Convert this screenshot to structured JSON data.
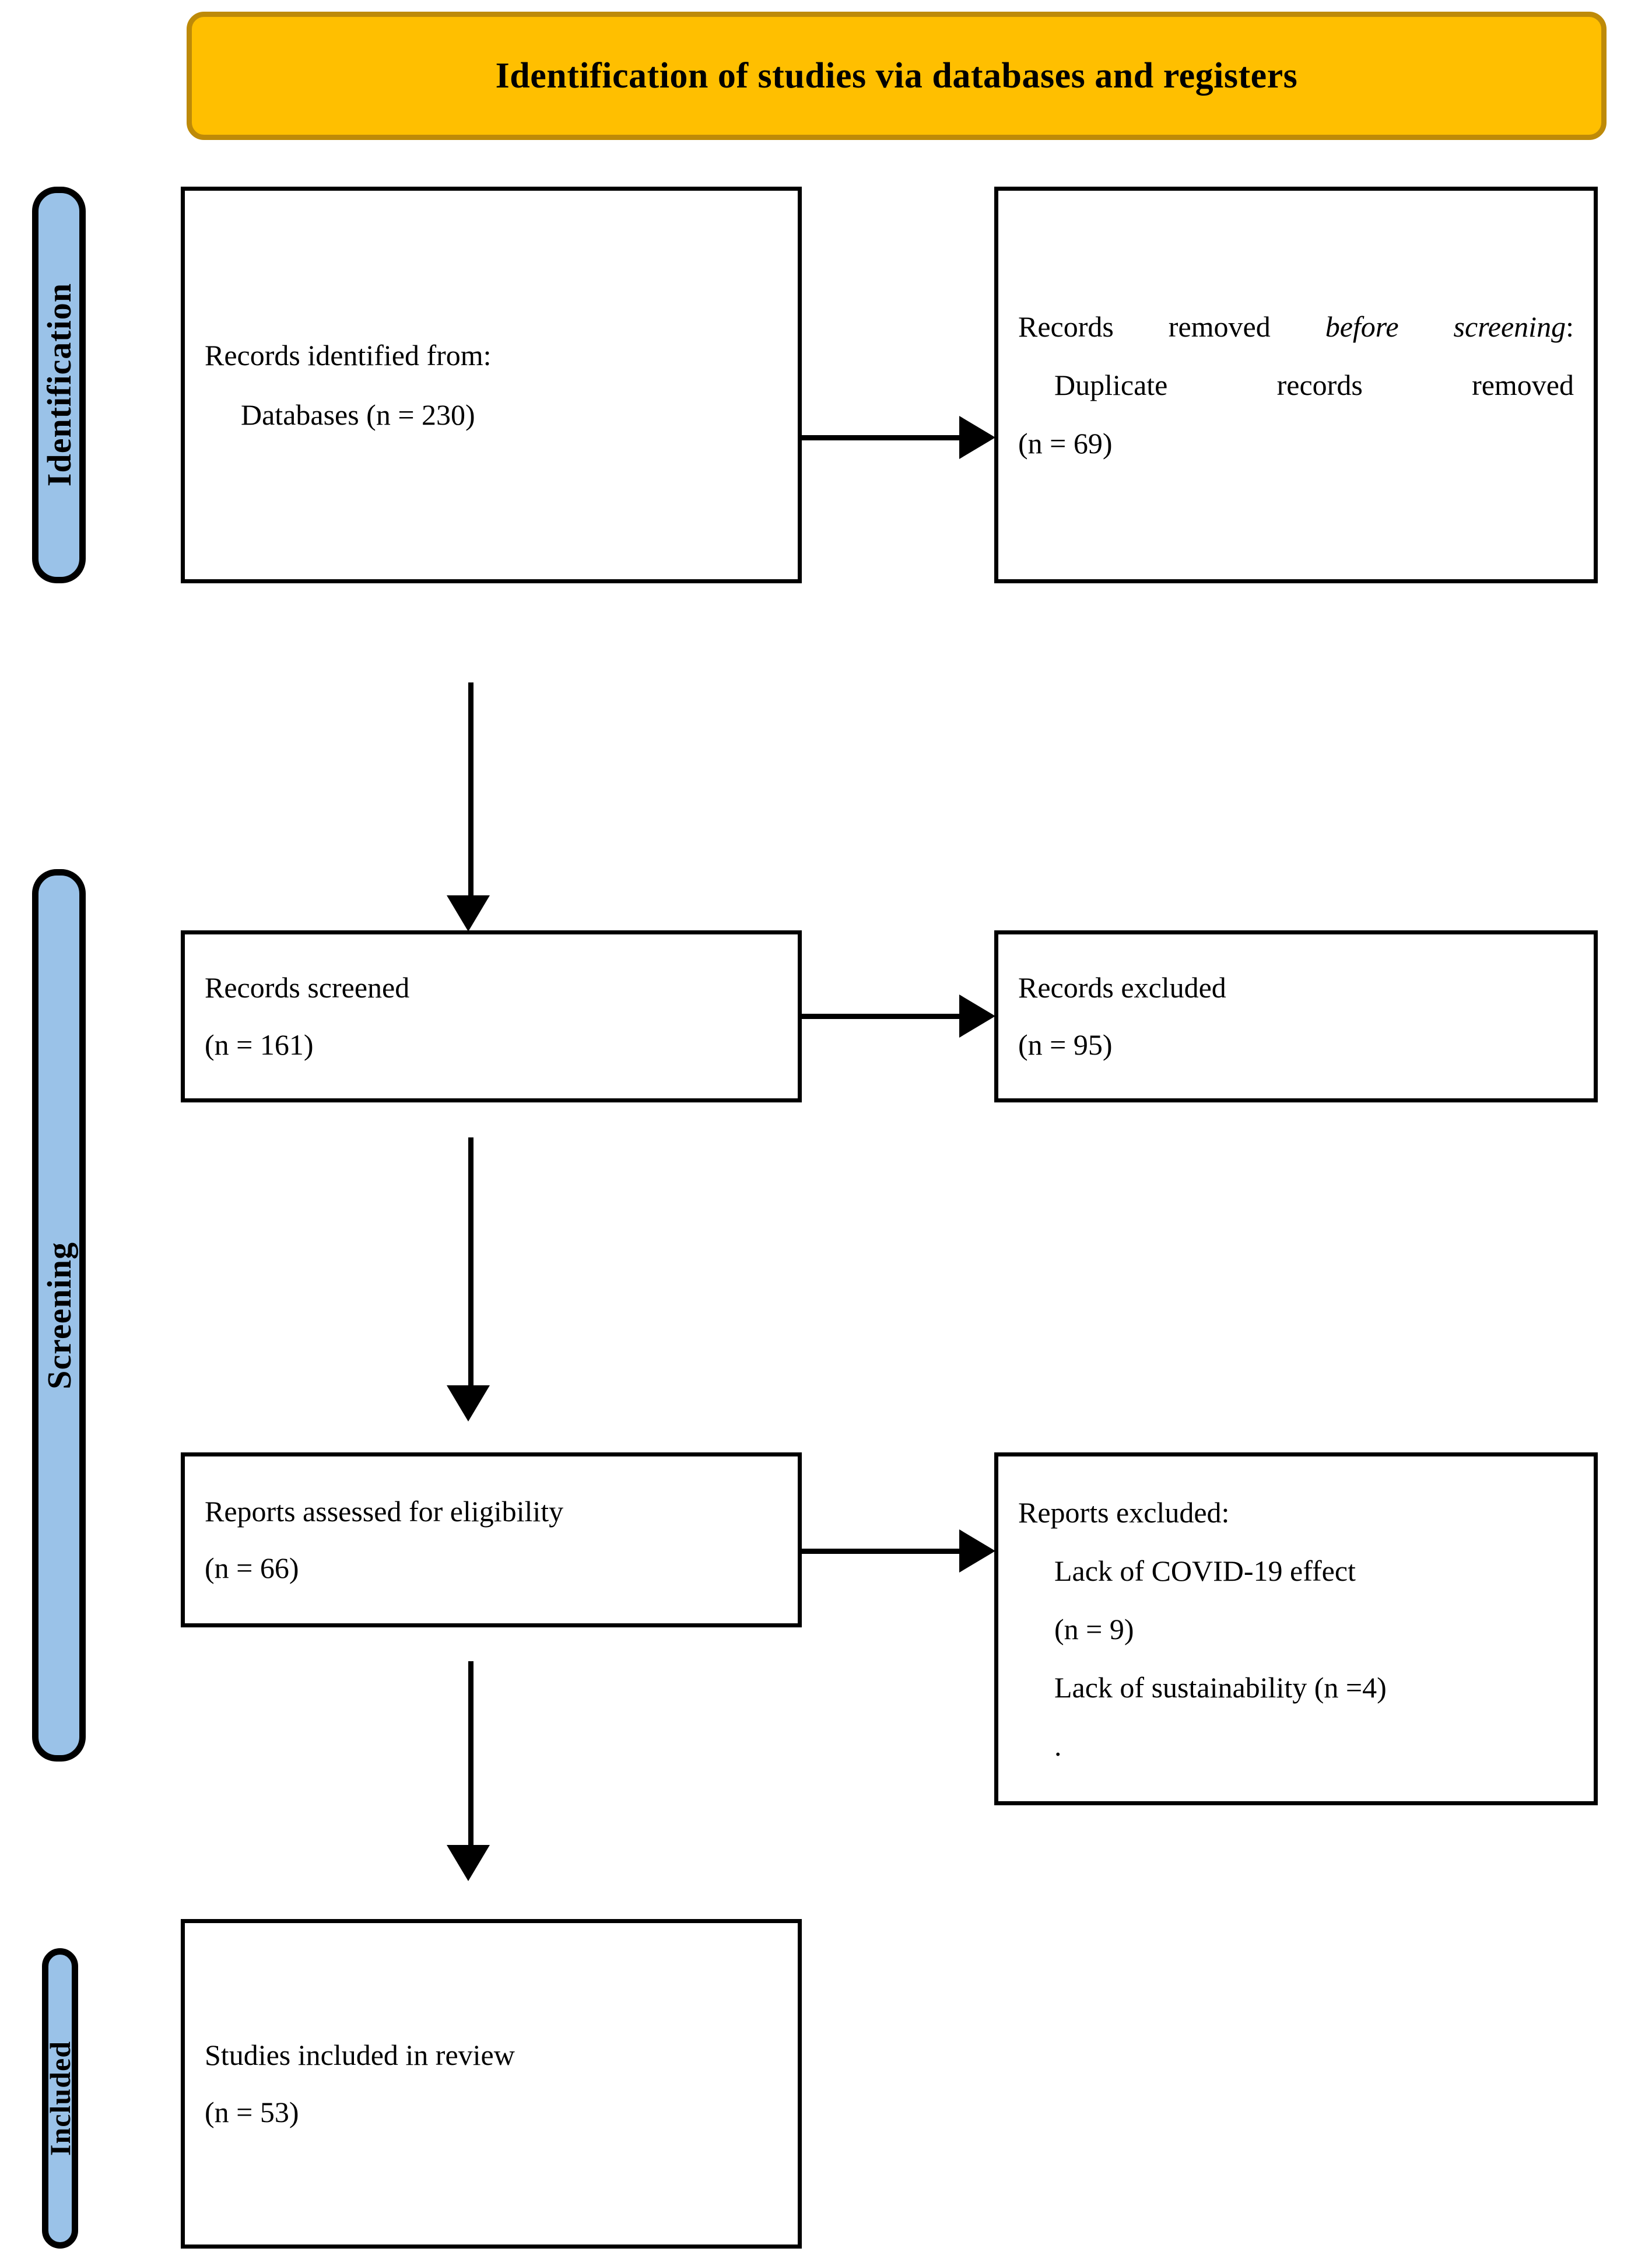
{
  "banner": {
    "title": "Identification of studies via databases and registers"
  },
  "phases": {
    "identification": "Identification",
    "screening": "Screening",
    "included": "Included"
  },
  "boxes": {
    "records_identified": {
      "line1": "Records identified from:",
      "line2": "Databases (n = 230)"
    },
    "records_removed": {
      "line1_a": "Records removed ",
      "line1_b": "before screening",
      "line1_c": ":",
      "line2": "Duplicate records removed",
      "line3": "(n = 69)"
    },
    "records_screened": {
      "line1": "Records screened",
      "line2": "(n = 161)"
    },
    "records_excluded": {
      "line1": "Records excluded",
      "line2": "(n = 95)"
    },
    "reports_assessed": {
      "line1": "Reports assessed for eligibility",
      "line2": "(n = 66)"
    },
    "reports_excluded": {
      "line1": "Reports excluded:",
      "line2": "Lack of COVID-19 effect",
      "line3": "(n = 9)",
      "line4": "Lack of sustainability (n =4)",
      "line5": "."
    },
    "studies_included": {
      "line1": "Studies included in review",
      "line2": "(n = 53)"
    }
  },
  "colors": {
    "banner_fill": "#FFBF00",
    "banner_border": "#BE8A08",
    "phase_fill": "#9AC2E8",
    "stroke": "#000000"
  },
  "chart_data": {
    "type": "diagram",
    "title": "Identification of studies via databases and registers",
    "flow": [
      {
        "phase": "Identification",
        "node": "Records identified from: Databases",
        "n": 230
      },
      {
        "phase": "Identification",
        "node": "Duplicate records removed before screening",
        "n": 69
      },
      {
        "phase": "Screening",
        "node": "Records screened",
        "n": 161
      },
      {
        "phase": "Screening",
        "node": "Records excluded",
        "n": 95
      },
      {
        "phase": "Screening",
        "node": "Reports assessed for eligibility",
        "n": 66
      },
      {
        "phase": "Screening",
        "node": "Reports excluded: Lack of COVID-19 effect",
        "n": 9
      },
      {
        "phase": "Screening",
        "node": "Reports excluded: Lack of sustainability",
        "n": 4
      },
      {
        "phase": "Included",
        "node": "Studies included in review",
        "n": 53
      }
    ]
  }
}
